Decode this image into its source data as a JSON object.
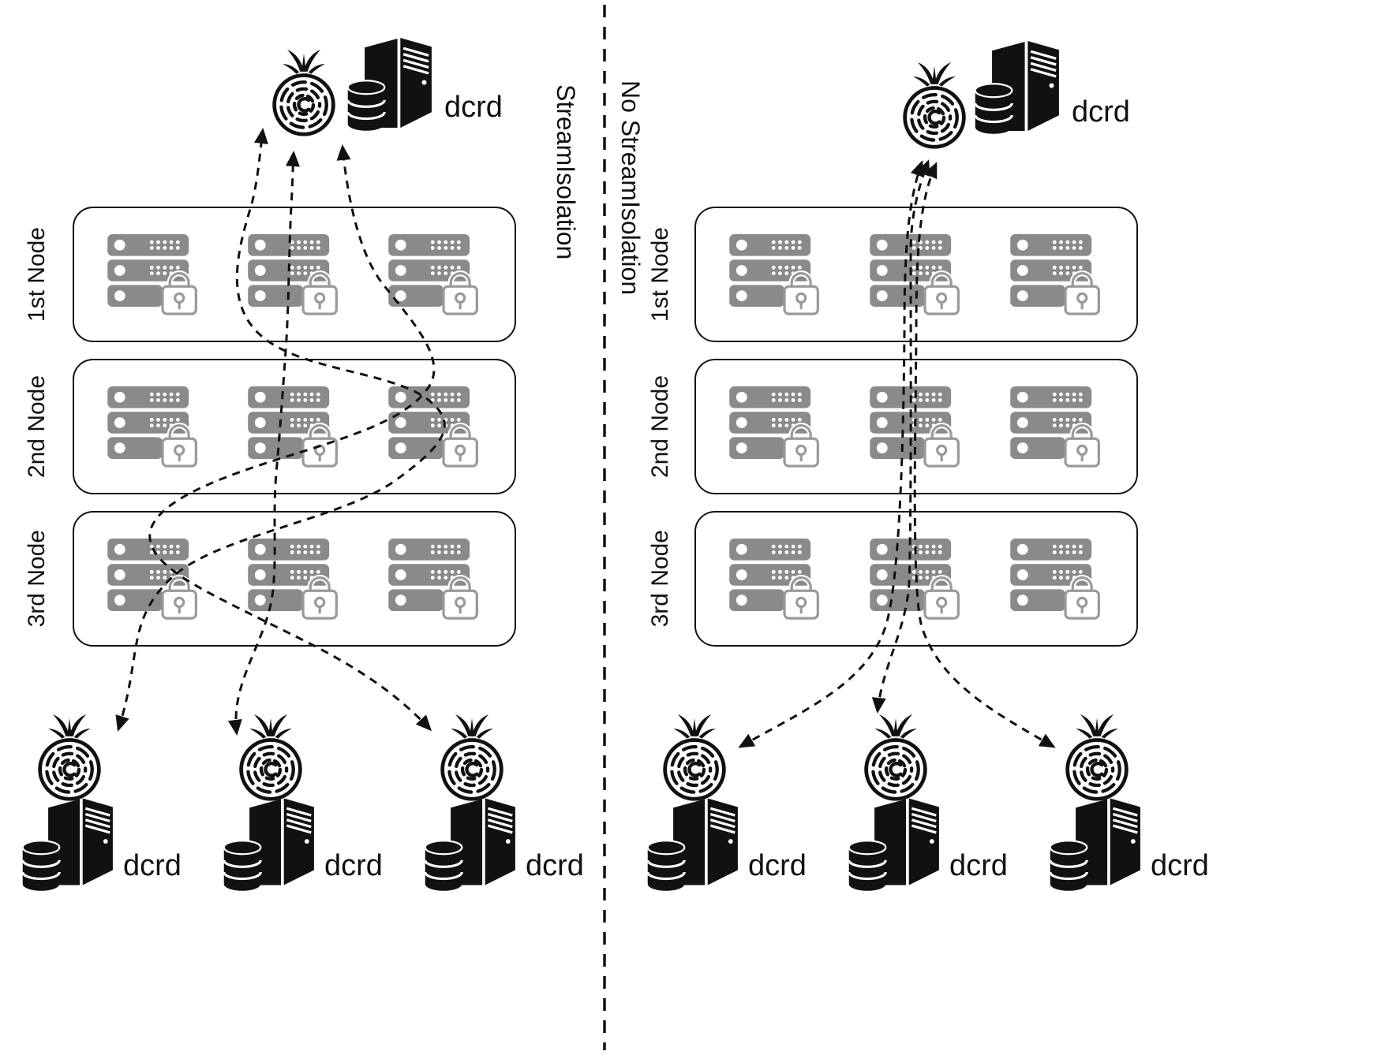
{
  "colors": {
    "ink": "#111111",
    "server_gray": "#8a8a8a"
  },
  "panels": {
    "left": {
      "caption": "StreamIsolation",
      "exit": {
        "label": "dcrd"
      },
      "nodes": [
        {
          "label": "1st Node"
        },
        {
          "label": "2nd Node"
        },
        {
          "label": "3rd Node"
        }
      ],
      "clients": [
        {
          "label": "dcrd"
        },
        {
          "label": "dcrd"
        },
        {
          "label": "dcrd"
        }
      ]
    },
    "right": {
      "caption": "No StreamIsolation",
      "exit": {
        "label": "dcrd"
      },
      "nodes": [
        {
          "label": "1st Node"
        },
        {
          "label": "2nd Node"
        },
        {
          "label": "3rd Node"
        }
      ],
      "clients": [
        {
          "label": "dcrd"
        },
        {
          "label": "dcrd"
        },
        {
          "label": "dcrd"
        }
      ]
    }
  },
  "icons": {
    "onion": "tor-onion",
    "server": "server-tower",
    "database": "database-cylinder",
    "rack": "server-rack",
    "lock": "padlock"
  }
}
